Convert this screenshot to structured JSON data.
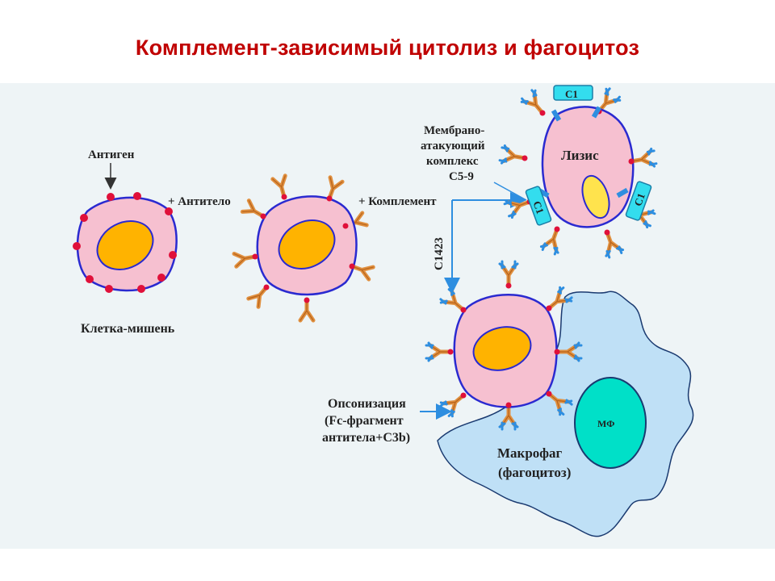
{
  "title": "Комплемент-зависимый цитолиз и фагоцитоз",
  "labels": {
    "antigen": "Антиген",
    "antibody": "+ Антитело",
    "complement": "+ Комплемент",
    "target_cell": "Клетка-мишень",
    "mac_line1": "Мембрано-",
    "mac_line2": "атакующий",
    "mac_line3": "комплекс",
    "mac_line4": "С5-9",
    "lysis": "Лизис",
    "c1_top": "C1",
    "c1_left": "C1",
    "c1_right": "C1",
    "c1423": "C1423",
    "opson_line1": "Опсонизация",
    "opson_line2": "(Fc-фрагмент",
    "opson_line3": "антитела+С3b)",
    "macrophage_line1": "Макрофаг",
    "macrophage_line2": "(фагоцитоз)",
    "mf": "МФ"
  },
  "colors": {
    "title": "#c00000",
    "cell_fill": "#f6c0d0",
    "cell_border": "#2a2ad0",
    "nucleus": "#ffb300",
    "antigen": "#e0103a",
    "antibody": "#e09040",
    "complement": "#2e8ee0",
    "c1_box": "#33ddee",
    "macrophage": "#bfe0f6",
    "mf_nucleus": "#00e0c8"
  }
}
